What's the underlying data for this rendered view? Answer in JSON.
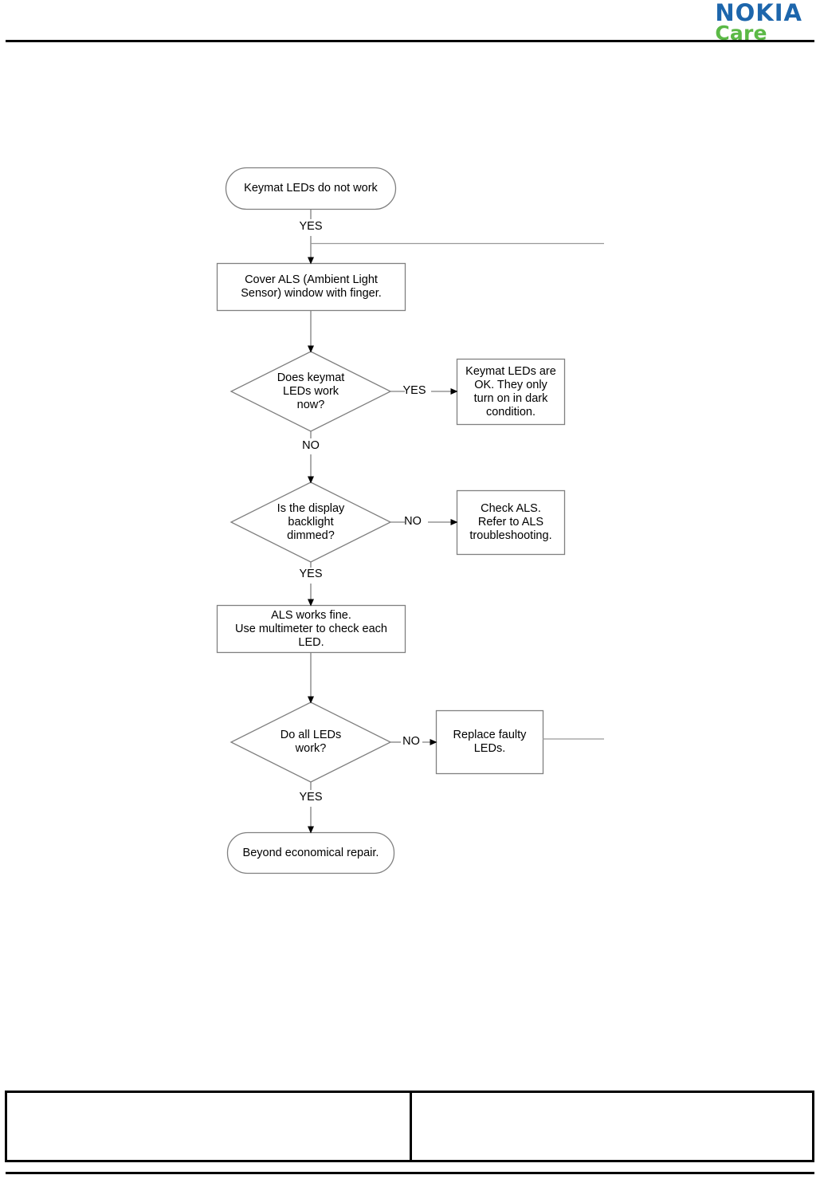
{
  "header": {
    "logo": {
      "brand": "NOKIA",
      "sub_brand": "Care",
      "brand_color": "#1d66ac",
      "sub_brand_color": "#5bb946"
    }
  },
  "flowchart": {
    "title": "Keymat LEDs troubleshooting",
    "nodes": {
      "start": {
        "shape": "terminator",
        "text": "Keymat LEDs do not work"
      },
      "cover_als": {
        "shape": "process",
        "text": "Cover ALS (Ambient Light\nSensor) window with finger."
      },
      "keymat_work_now": {
        "shape": "decision",
        "text": "Does keymat\nLEDs work\nnow?"
      },
      "leds_ok": {
        "shape": "process",
        "text": "Keymat LEDs are\nOK. They only\nturn on in dark\ncondition."
      },
      "backlight_dimmed": {
        "shape": "decision",
        "text": "Is the display\nbacklight\ndimmed?"
      },
      "check_als": {
        "shape": "process",
        "text": "Check ALS.\nRefer to ALS\ntroubleshooting."
      },
      "als_fine": {
        "shape": "process",
        "text": "ALS works fine.\nUse multimeter to check each\nLED."
      },
      "all_leds_work": {
        "shape": "decision",
        "text": "Do all LEDs\nwork?"
      },
      "replace_leds": {
        "shape": "process",
        "text": "Replace faulty\nLEDs."
      },
      "beyond_repair": {
        "shape": "terminator",
        "text": "Beyond economical repair."
      }
    },
    "edge_labels": {
      "start_yes": "YES",
      "keymat_yes": "YES",
      "keymat_no": "NO",
      "backlight_no": "NO",
      "backlight_yes": "YES",
      "all_leds_no": "NO",
      "all_leds_yes": "YES"
    },
    "line_color": "#808080",
    "arrow_color": "#000000"
  },
  "footer": {
    "cells": [
      "",
      ""
    ]
  }
}
